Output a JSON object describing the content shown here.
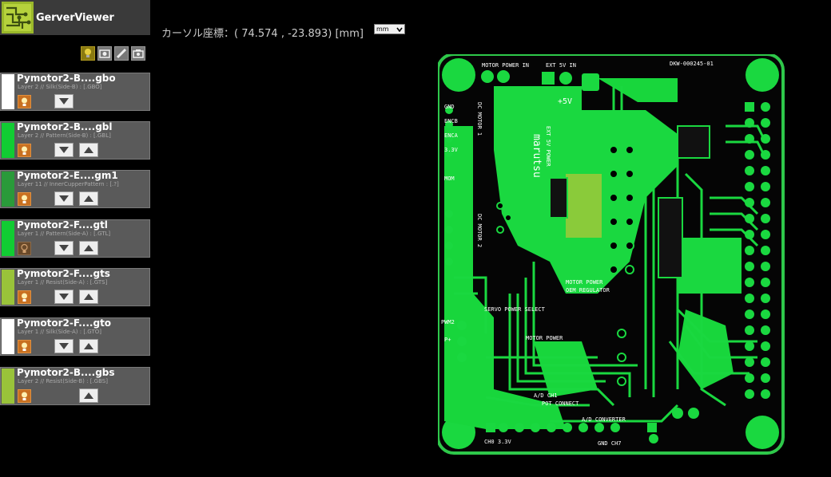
{
  "app": {
    "title": "GerverViewer"
  },
  "cursor": {
    "label": "カーソル座標：( 74.574 , -23.893) [mm]"
  },
  "unit_select": {
    "value": "mm"
  },
  "toolbar": {
    "icons": [
      "lightbulb-icon",
      "camera-settings-icon",
      "ruler-icon",
      "camera-icon"
    ]
  },
  "layers": [
    {
      "name": "Pymotor2-B....gbo",
      "info": "Layer 2 // Silk(Side-B) : [.GBO]",
      "color": "#ffffff"
    },
    {
      "name": "Pymotor2-B....gbl",
      "info": "Layer 2 // Pattern(Side-B) : [.GBL]",
      "color": "#11cc33"
    },
    {
      "name": "Pymotor2-E....gm1",
      "info": "Layer 11 // InnerCupperPattern : [.?]",
      "color": "#2a9a3a"
    },
    {
      "name": "Pymotor2-F....gtl",
      "info": "Layer 1 // Pattern(Side-A) : [.GTL]",
      "color": "#11cc33"
    },
    {
      "name": "Pymotor2-F....gts",
      "info": "Layer 1 // Resist(Side-A) : [.GTS]",
      "color": "#99c33a"
    },
    {
      "name": "Pymotor2-F....gto",
      "info": "Layer 1 // Silk(Side-A) : [.GTO]",
      "color": "#ffffff"
    },
    {
      "name": "Pymotor2-B....gbs",
      "info": "Layer 2 // Resist(Side-B) : [.GBS]",
      "color": "#99c33a"
    }
  ],
  "board": {
    "labels": {
      "motor_power_in": "MOTOR POWER IN",
      "ext_5v_in": "EXT 5V IN",
      "plus5v": "+5V",
      "part_no": "DKW-000245-01",
      "gnd": "GND",
      "enc_b": "ENCB",
      "enc_a": "ENCA",
      "v33": "3.3V",
      "mom": "MOM",
      "dc_motor_1": "DC MOTOR 1",
      "dc_motor_2": "DC MOTOR 2",
      "motor_power_reg": "MOTOR POWER",
      "regulator": "OEM REGULATOR",
      "servo_power_select": "SERVO POWER SELECT",
      "motor_power_sel": "MOTOR POWER",
      "pwm2": "PWM2",
      "p_plus": "P+",
      "ad_ch1": "A/D CH1",
      "pot_connect": "POT CONNECT",
      "ad_converter": "A/D CONVERTER",
      "ch0_33v": "CH0 3.3V",
      "gnd_ch7": "GND CH7",
      "brand": "marutsu",
      "ext_5v_power": "EXT 5V POWER"
    }
  }
}
